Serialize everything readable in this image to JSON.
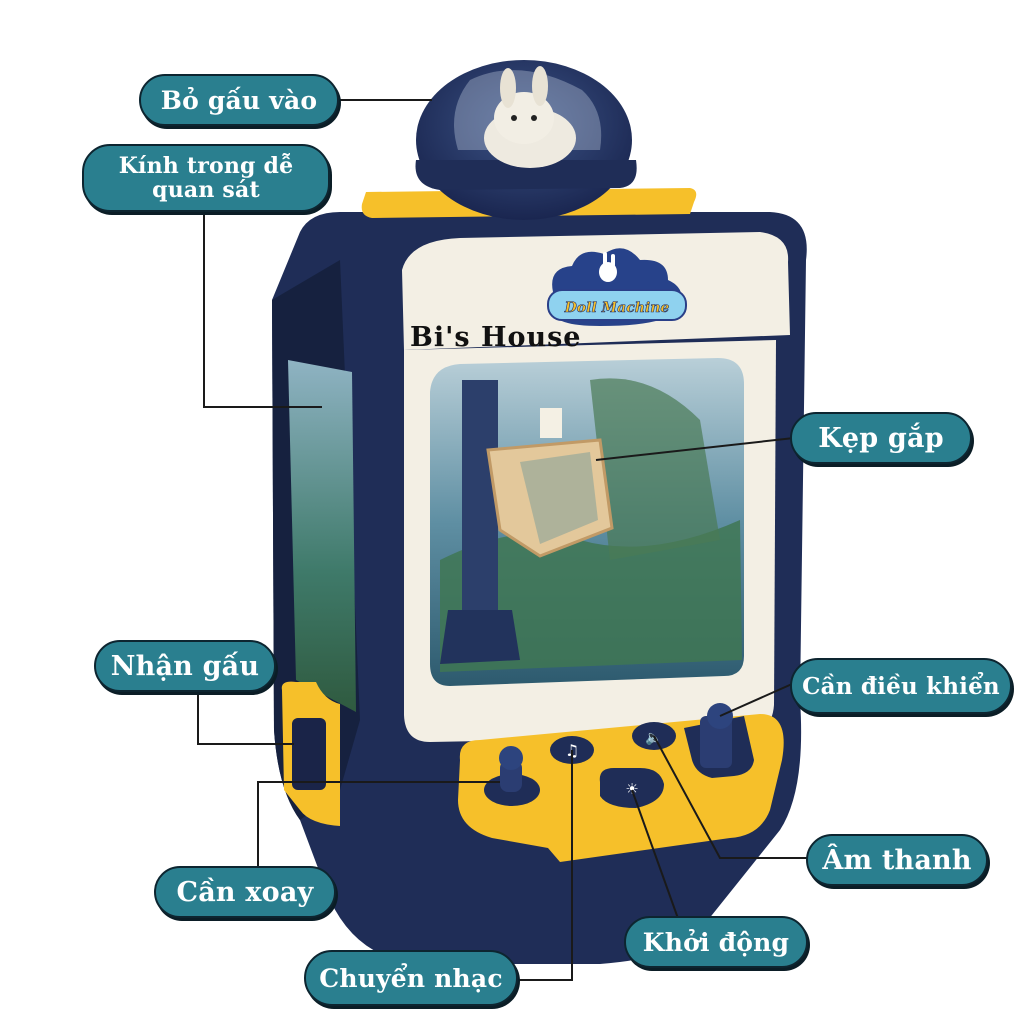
{
  "watermark": "Bi's House",
  "logo_text": "Doll Machine",
  "colors": {
    "label_fill": "#2a7f8f",
    "label_border": "#0d2530",
    "body_navy": "#1f2d57",
    "accent_yellow": "#f6c02a",
    "panel_cream": "#f3efe4"
  },
  "labels": {
    "insert_bear": "Bỏ gấu vào",
    "glass_line1": "Kính trong dễ",
    "glass_line2": "quan sát",
    "claw": "Kẹp gắp",
    "receive_bear": "Nhận gấu",
    "joystick": "Cần điều khiển",
    "rotate_lever": "Cần xoay",
    "sound": "Âm thanh",
    "start": "Khởi động",
    "change_music": "Chuyển nhạc"
  }
}
